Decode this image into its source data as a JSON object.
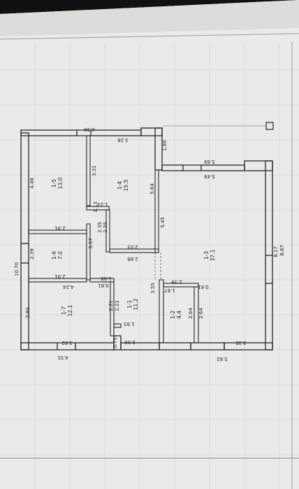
{
  "plan": {
    "rooms": [
      {
        "id": "1-1",
        "area": "11.2"
      },
      {
        "id": "1-2",
        "area": "4.4"
      },
      {
        "id": "1-3",
        "area": "37.1"
      },
      {
        "id": "1-4",
        "area": "15.5"
      },
      {
        "id": "1-5",
        "area": "13.0"
      },
      {
        "id": "1-6",
        "area": "7.0"
      },
      {
        "id": "1-7",
        "area": "12.1"
      }
    ],
    "dims": {
      "d698": "6.98",
      "d326": "3.26",
      "d180": "1.80",
      "d569": "5.69",
      "d549": "5.49",
      "d448": "4.48",
      "d331": "3.31",
      "d564": "5.64",
      "d545": "5.45",
      "d123": "1.23",
      "d113": "1.13",
      "d291a": "2.91",
      "d235a": "2.35",
      "d235b": "2.35",
      "d203": "2.03",
      "d239": "2.39",
      "d357": "3.57",
      "d288": "2.88",
      "d817": "8.17",
      "d887": "8.87",
      "d1070": "10.70",
      "d291b": "2.91",
      "d195": "1.95",
      "d424": "4.24",
      "d061a": "0.61",
      "d238": "2.38",
      "d061b": "0.61",
      "d167": "1.67",
      "d355": "3.55",
      "d292": "2.92",
      "d221": "2.21",
      "d222": "2.22",
      "d264a": "2.64",
      "d264b": "2.64",
      "d193": "1.93",
      "d070": "0.70",
      "d200": "2.00",
      "d382": "3.82",
      "d335": "3.35",
      "d451": "4.51",
      "d582": "5.82"
    }
  }
}
